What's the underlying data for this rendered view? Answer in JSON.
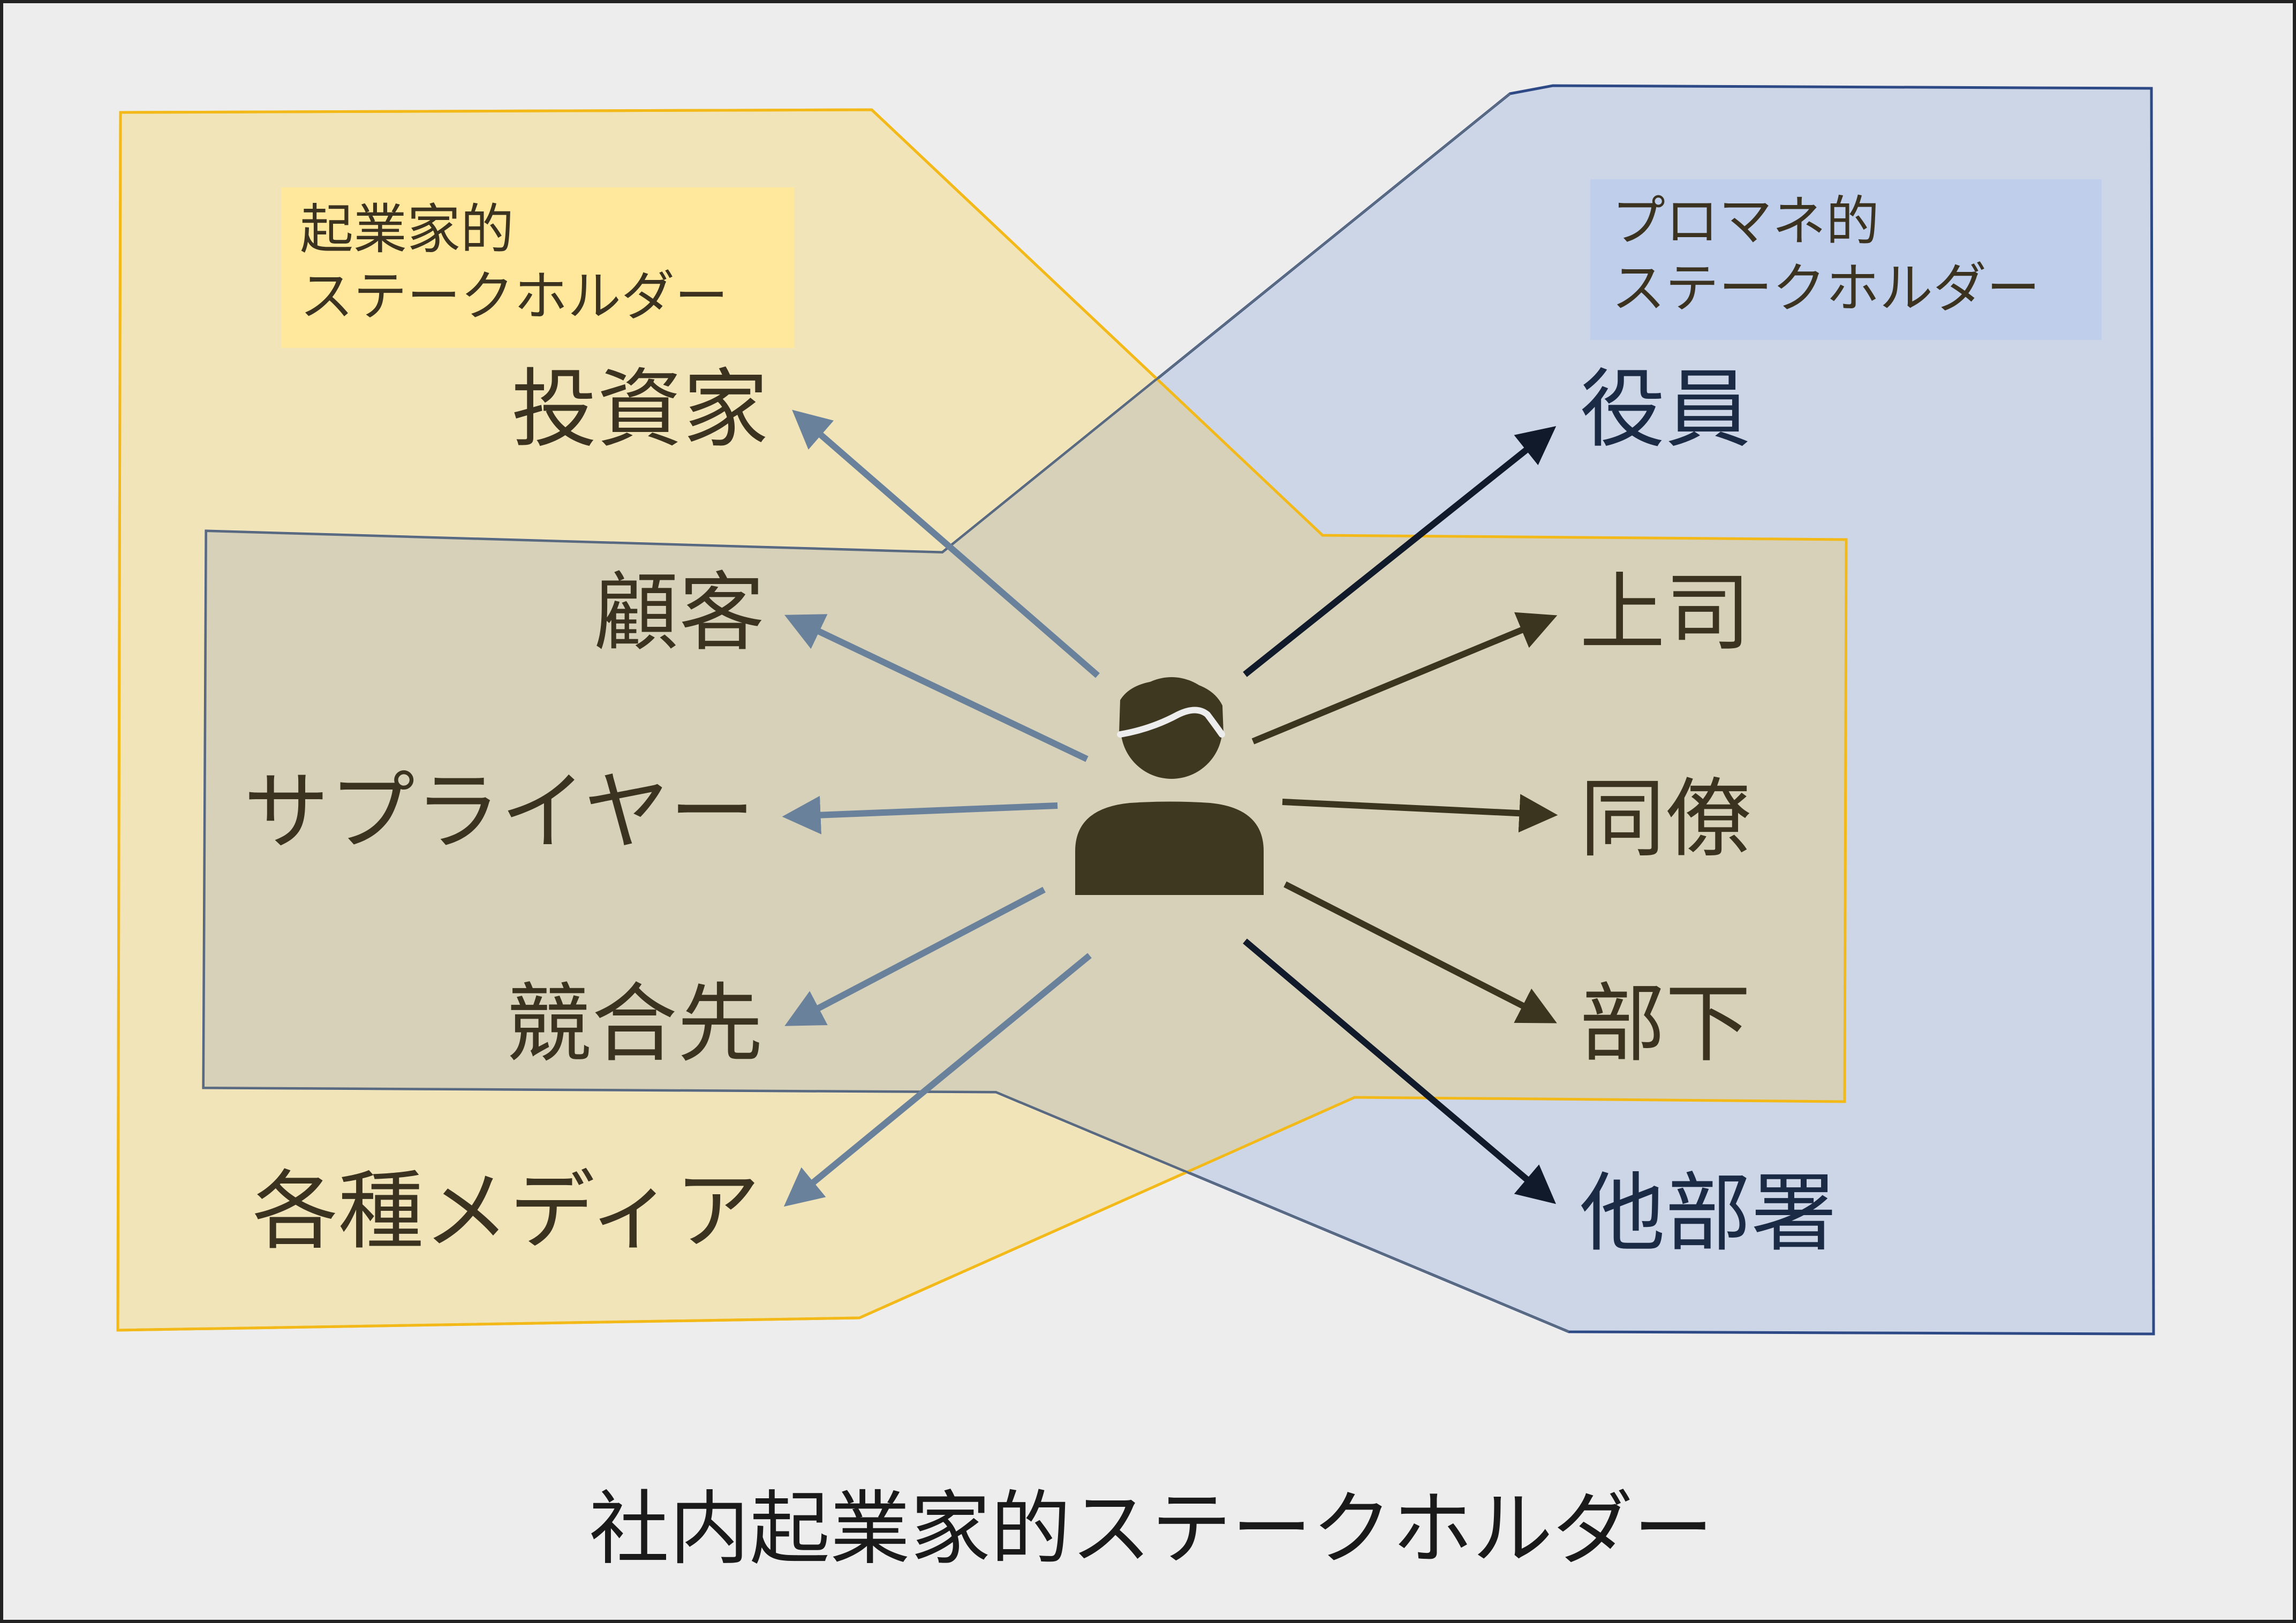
{
  "title": "社内起業家的ステークホルダー",
  "groups": {
    "entrepreneur": {
      "line1": "起業家的",
      "line2": "ステークホルダー"
    },
    "pm": {
      "line1": "プロマネ的",
      "line2": "ステークホルダー"
    }
  },
  "left_stakeholders": [
    "投資家",
    "顧客",
    "サプライヤー",
    "競合先",
    "各種メディア"
  ],
  "right_stakeholders": [
    "役員",
    "上司",
    "同僚",
    "部下",
    "他部署"
  ],
  "colors": {
    "background": "#ededed",
    "yellow_fill": "#f1e4b9",
    "yellow_stroke": "#f2b918",
    "blue_fill": "#cbd5e6",
    "blue_stroke": "#2e4a86",
    "overlap_fill": "#d6d1b8",
    "yellow_label_bg": "#ffe79c",
    "blue_label_bg": "#bfcfeb",
    "left_arrow": "#6a819c",
    "right_arrow": "#3b3520",
    "right_arrow_dark": "#111a2b",
    "person": "#3e3820"
  },
  "icons": {
    "center": "person-icon"
  }
}
